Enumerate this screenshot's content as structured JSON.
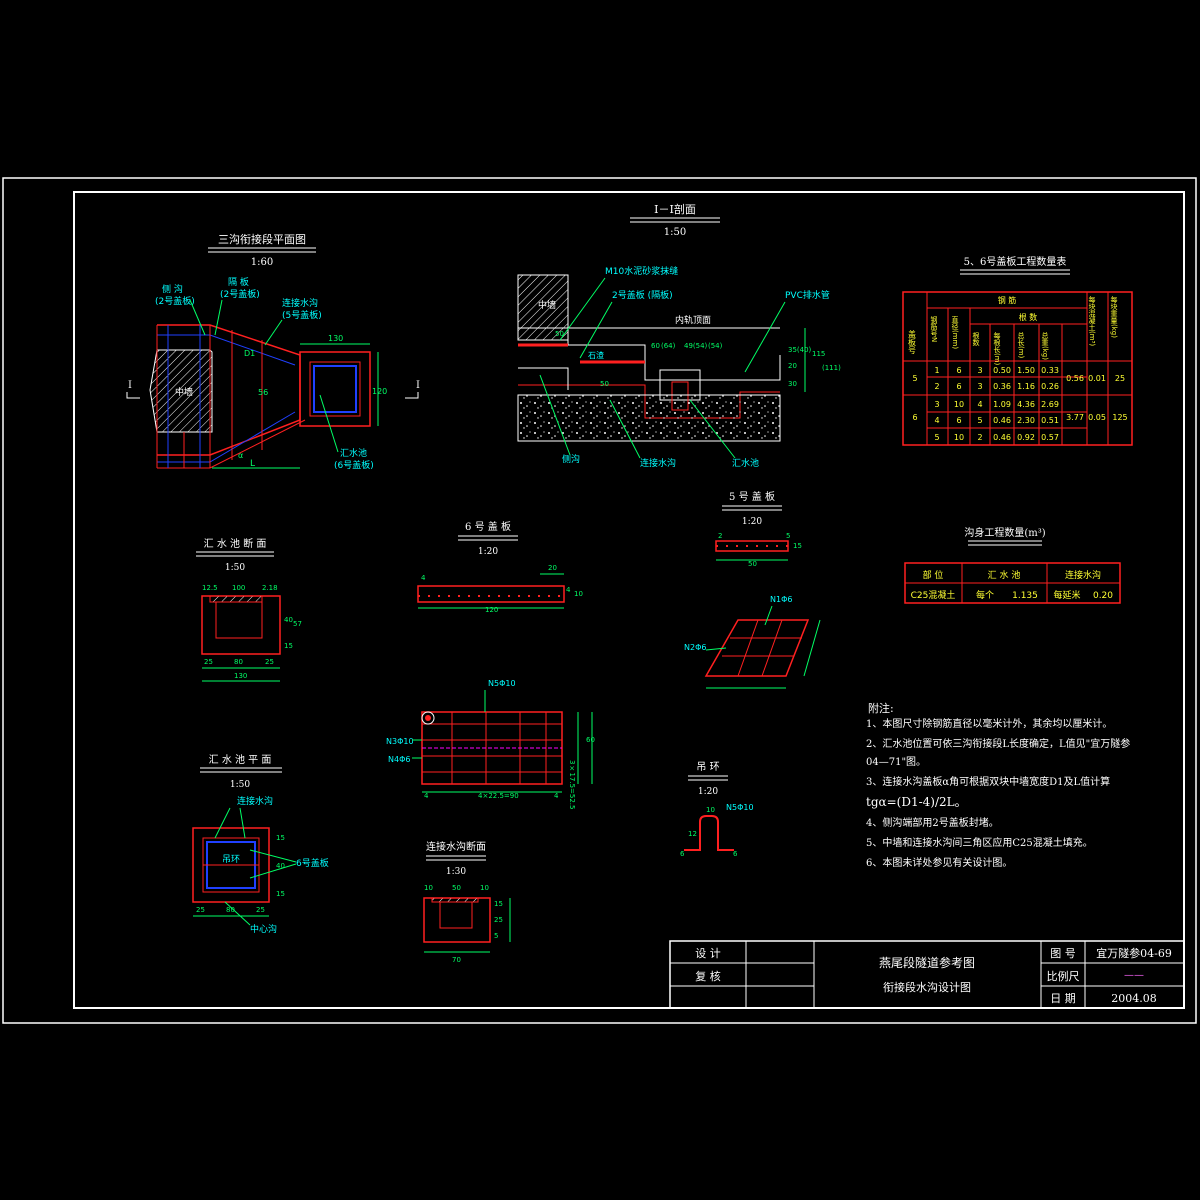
{
  "sheet": {
    "plan_junction": {
      "title": "三沟衔接段平面图",
      "scale": "1:60",
      "labels": {
        "side_ditch": "侧 沟",
        "side_ditch_note": "(2号盖板)",
        "partition": "隔 板",
        "partition_note": "(2号盖板)",
        "connect_ditch": "连接水沟",
        "connect_note": "(5号盖板)",
        "middle_wall": "中墙",
        "sump": "汇水池",
        "sump_note": "(6号盖板)",
        "section_mark_left": "I",
        "section_mark_right": "I",
        "dim_L": "L",
        "dim_a": "α",
        "dim_130": "130",
        "dim_120": "120",
        "dim_d1": "D1",
        "dim_56": "56"
      }
    },
    "section_11": {
      "title": "I－I剖面",
      "scale": "1:50",
      "labels": {
        "mortar": "M10水泥砂浆抹缝",
        "cover2": "2号盖板 (隔板)",
        "pvc": "PVC排水管",
        "middle_wall": "中墙",
        "inner_top": "内轨顶面",
        "side_ditch": "侧沟",
        "connect": "连接水沟",
        "sump": "汇水池",
        "gravel": "石渣",
        "dims": [
          "50",
          "60",
          "(64)",
          "49(54)",
          "(54)",
          "115",
          "(111)",
          "35(40)",
          "20",
          "30",
          "50"
        ]
      }
    },
    "quantity_table": {
      "title": "5、6号盖板工程数量表",
      "headers": {
        "cover_no": "盖板号",
        "rebar": "钢 筋",
        "rebar_no": "钢筋号N",
        "diameter": "直径(mm)",
        "rebar_detail": "根 数",
        "count": "根数",
        "unit_len": "每根长(m)",
        "total_len": "总长(m)",
        "weight": "总重(kg)",
        "concrete": "每块混凝土(m³)",
        "total_weight": "每块重量(kg)"
      },
      "rows": [
        {
          "cover": "5",
          "n": "1",
          "d": "6",
          "cnt": "3",
          "len": "0.50",
          "tlen": "1.50",
          "kg": "0.33",
          "conc": "0.56",
          "vol": "0.01",
          "w": "25"
        },
        {
          "cover": "",
          "n": "2",
          "d": "6",
          "cnt": "3",
          "len": "0.36",
          "tlen": "1.16",
          "kg": "0.26",
          "conc": "",
          "vol": "",
          "w": ""
        },
        {
          "cover": "6",
          "n": "3",
          "d": "10",
          "cnt": "4",
          "len": "1.09",
          "tlen": "4.36",
          "kg": "2.69",
          "conc": "3.77",
          "vol": "0.05",
          "w": "125"
        },
        {
          "cover": "",
          "n": "4",
          "d": "6",
          "cnt": "5",
          "len": "0.46",
          "tlen": "2.30",
          "kg": "0.51",
          "conc": "",
          "vol": "",
          "w": ""
        },
        {
          "cover": "",
          "n": "5",
          "d": "10",
          "cnt": "2",
          "len": "0.46",
          "tlen": "0.92",
          "kg": "0.57",
          "conc": "",
          "vol": "",
          "w": ""
        }
      ]
    },
    "concrete_table": {
      "title": "沟身工程数量(m³)",
      "headers": [
        "部 位",
        "汇 水 池",
        "连接水沟"
      ],
      "row": [
        "C25混凝土",
        "每个",
        "1.135",
        "每延米",
        "0.20"
      ]
    },
    "sump_section": {
      "title": "汇 水 池 断 面",
      "scale": "1:50",
      "dims": [
        "12.5",
        "100",
        "2.18",
        "40",
        "57",
        "15",
        "25",
        "80",
        "25",
        "130"
      ]
    },
    "sump_plan": {
      "title": "汇 水 池 平 面",
      "scale": "1:50",
      "labels": {
        "connect": "连接水沟",
        "ring": "吊环",
        "cover6": "6号盖板",
        "center": "中心沟"
      },
      "dims": [
        "15",
        "40",
        "15",
        "25",
        "80",
        "25"
      ]
    },
    "cover6": {
      "title": "6 号 盖 板",
      "scale": "1:20",
      "dims": [
        "4",
        "20",
        "120",
        "4",
        "10"
      ],
      "rebar_labels": [
        "N5Φ10",
        "N3Φ10",
        "N4Φ6"
      ],
      "dims_bottom": [
        "4",
        "4×22.5=90",
        "4"
      ],
      "dims_side": [
        "3×17.5=52.5",
        "60"
      ]
    },
    "cover5": {
      "title": "5 号 盖 板",
      "scale": "1:20",
      "dims": [
        "2",
        "50",
        "15",
        "5"
      ],
      "rebar_labels": [
        "N1Φ6",
        "N2Φ6"
      ]
    },
    "hanging_ring": {
      "title": "吊 环",
      "scale": "1:20",
      "labels": [
        "N5Φ10",
        "10",
        "12",
        "6",
        "6"
      ]
    },
    "connect_section": {
      "title": "连接水沟断面",
      "scale": "1:30",
      "dims": [
        "10",
        "50",
        "10",
        "70",
        "15",
        "25",
        "5"
      ]
    },
    "notes": {
      "heading": "附注:",
      "items": [
        "1、本图尺寸除钢筋直径以毫米计外，其余均以厘米计。",
        "2、汇水池位置可依三沟衔接段L长度确定，L值见\"宜万隧参",
        "   04—71\"图。",
        "3、连接水沟盖板α角可根据双块中墙宽度D1及L值计算",
        "   tgα=(D1-4)/2L。",
        "4、侧沟端部用2号盖板封堵。",
        "5、中墙和连接水沟间三角区应用C25混凝土填充。",
        "6、本图未详处参见有关设计图。"
      ]
    },
    "title_block": {
      "design": "设  计",
      "review": "复  核",
      "project": "燕尾段隧道参考图",
      "drawing_name": "衔接段水沟设计图",
      "no_label": "图 号",
      "no_value": "宜万隧参04-69",
      "scale_label": "比例尺",
      "scale_value": "——",
      "date_label": "日 期",
      "date_value": "2004.08"
    }
  }
}
